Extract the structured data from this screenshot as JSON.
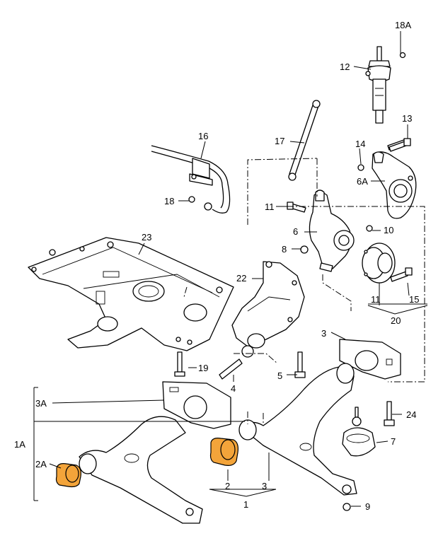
{
  "labels": {
    "l18A_top": "18A",
    "l12": "12",
    "l13": "13",
    "l16": "16",
    "l17": "17",
    "l14": "14",
    "l6A": "6A",
    "l18": "18",
    "l11a": "11",
    "l10": "10",
    "l6": "6",
    "l23": "23",
    "l8": "8",
    "l22": "22",
    "l11b": "11",
    "l15": "15",
    "l20": "20",
    "l3a": "3",
    "l19": "19",
    "l5": "5",
    "l4": "4",
    "l3A": "3A",
    "l24": "24",
    "l1A": "1A",
    "l7": "7",
    "l2A": "2A",
    "l2": "2",
    "l3b": "3",
    "l1": "1",
    "l9": "9"
  },
  "colors": {
    "bushing": "#f3a43a",
    "line": "#000000",
    "bg": "#ffffff"
  }
}
